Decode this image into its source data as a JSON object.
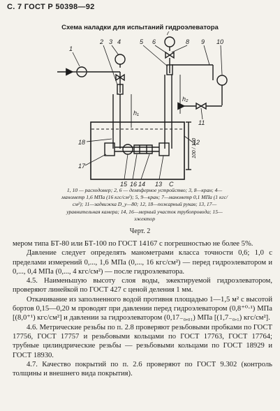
{
  "header": {
    "text": "С. 7 ГОСТ Р 50398—92"
  },
  "figure": {
    "title": "Схема наладки для испытаний гидроэлеватора",
    "labels": {
      "n1": "1",
      "n2": "2",
      "n3": "3",
      "n4": "4",
      "n5": "5",
      "n6": "6",
      "n7": "7",
      "n8": "8",
      "n9": "9",
      "n10": "10",
      "n11": "11",
      "n12": "12",
      "n13": "13",
      "n14": "14",
      "n15": "15",
      "n16": "16",
      "n17": "17",
      "n18": "18",
      "h1": "h₁",
      "h2": "h₂",
      "dim": "100 / 100",
      "c": "С"
    },
    "caption": "1, 10 — расходомер; 2, 6 — демпферное устройство; 3, 8—кран; 4—манометр 1,6 МПа (16 кгс/см²); 5, 9—кран; 7—манометр 0,1 МПа (1 кгс/см²); 11—задвижка D_у—80; 12, 18—пожарный рукав; 13, 17—уравнительная камера; 14, 16—мерный участок трубопровода; 15—эжектор",
    "number": "Черт. 2"
  },
  "paragraphs": [
    {
      "indent": false,
      "text": "мером типа БТ-80 или БТ-100 по ГОСТ 14167 с погрешностью не более 5%."
    },
    {
      "indent": true,
      "text": "Давление следует определять манометрами класса точности 0,6; 1,0 с пределами измерений 0,..., 1,6 МПа (0,..., 16 кгс/см²) — перед гидроэлеватором и 0,..., 0,4 МПа (0,..., 4 кгс/см²) — после гидроэлеватора."
    },
    {
      "indent": true,
      "text": "4.5. Наименьшую высоту слоя воды, эжектируемой гидроэлеватором, проверяют линейкой по ГОСТ 427 с ценой деления 1 мм."
    },
    {
      "indent": true,
      "text": "Откачивание из заполненного водой противня площадью 1—1,5 м² с высотой бортов 0,15—0,20 м проводят при давлении перед гидроэлеватором (0,8⁺⁰·¹) МПа [(8,0⁺¹) кгс/см²] и давлении за гидроэлеватором (0,17₋₀,₀₁) МПа [(1,7₋₀,₁) кгс/см²]."
    },
    {
      "indent": true,
      "text": "4.6. Метрические резьбы по п. 2.8 проверяют резьбовыми пробками по ГОСТ 17756, ГОСТ 17757 и резьбовыми кольцами по ГОСТ 17763, ГОСТ 17764; трубные цилиндрические резьбы — резьбовыми кольцами по ГОСТ 18929 и ГОСТ 18930."
    },
    {
      "indent": true,
      "text": "4.7. Качество покрытий по п. 2.6 проверяют по ГОСТ 9.302 (контроль толщины и внешнего вида покрытия)."
    }
  ]
}
